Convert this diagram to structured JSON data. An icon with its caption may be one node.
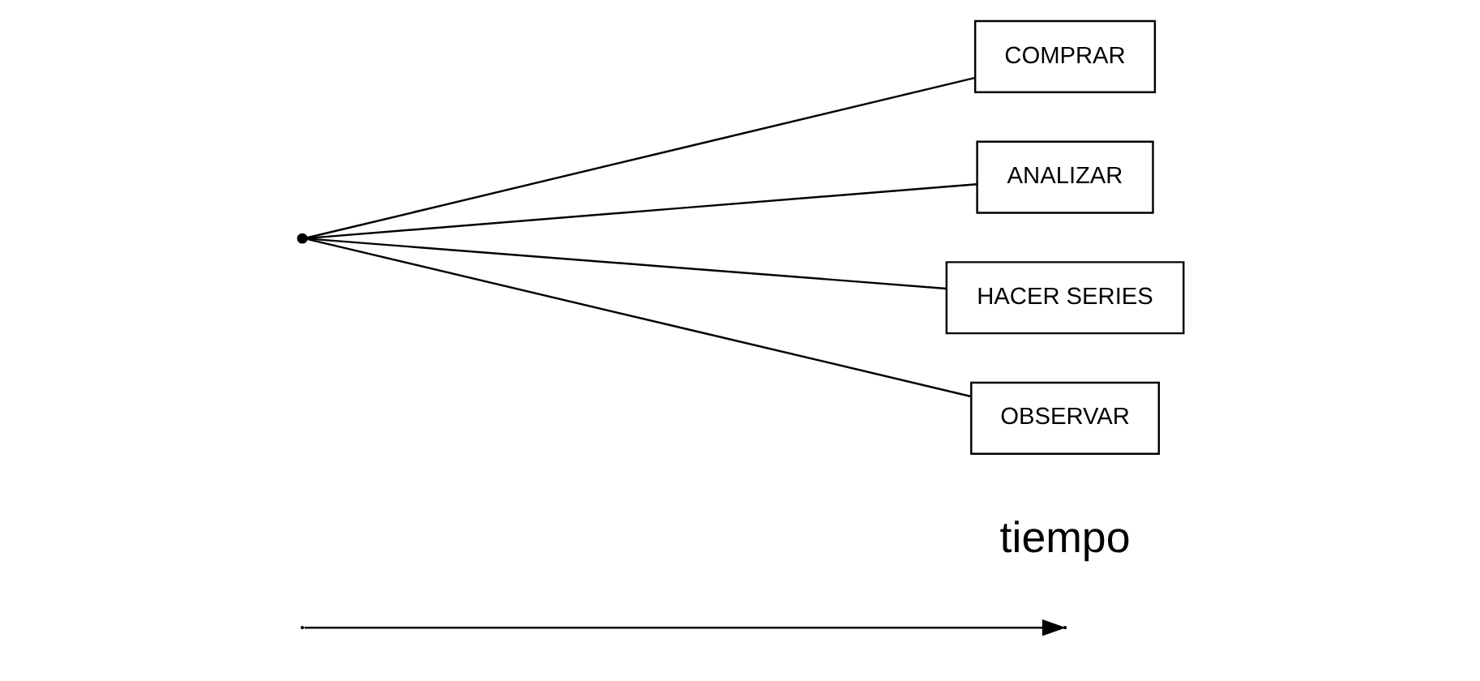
{
  "diagram": {
    "nodes": [
      {
        "text": [],
        "shape": "point"
      },
      {
        "text": [
          "COMPRAR"
        ]
      },
      {
        "text": [
          "ANALIZAR"
        ]
      },
      {
        "text": [
          "HACER SERIES"
        ]
      },
      {
        "text": [
          "OBSERVAR"
        ]
      }
    ],
    "edges": [
      {
        "from": 0,
        "to": 1,
        "arrow": "none"
      },
      {
        "from": 0,
        "to": 2,
        "arrow": "none"
      },
      {
        "from": 0,
        "to": 3,
        "arrow": "none"
      },
      {
        "from": 0,
        "to": 4,
        "arrow": "none"
      }
    ],
    "labels": [
      "tiempo"
    ]
  }
}
